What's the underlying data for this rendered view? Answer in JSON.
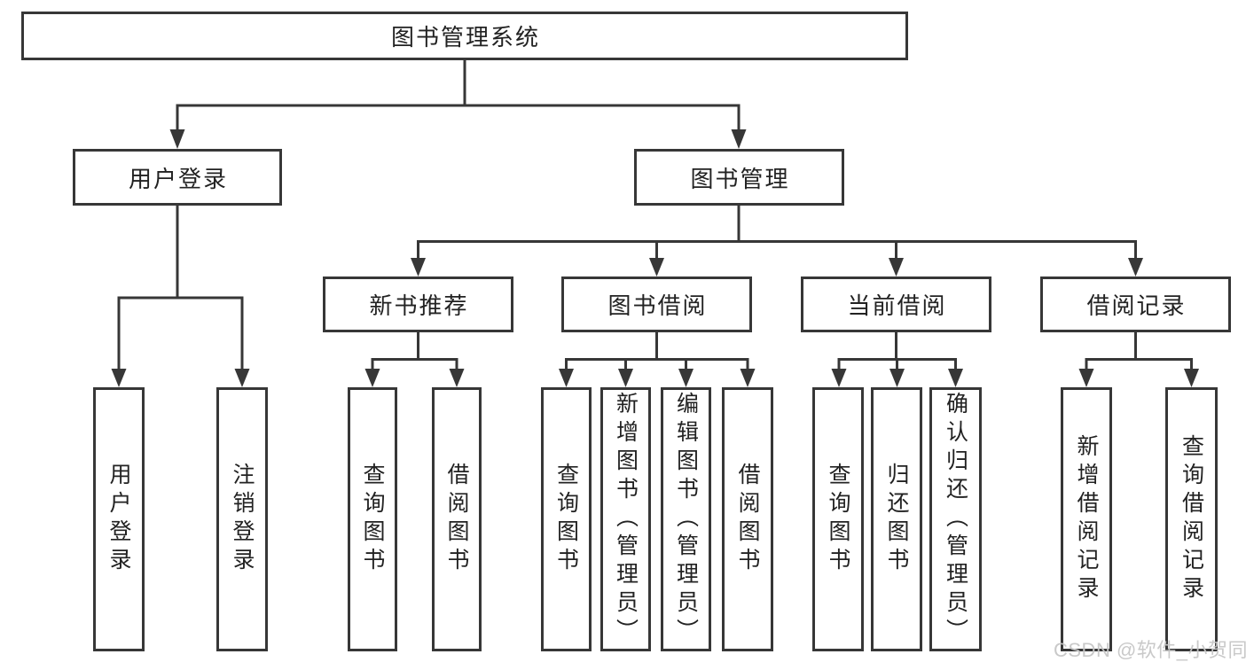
{
  "tree": {
    "label": "图书管理系统",
    "children": [
      {
        "label": "用户登录",
        "children": [
          {
            "label": "用户登录"
          },
          {
            "label": "注销登录"
          }
        ]
      },
      {
        "label": "图书管理",
        "children": [
          {
            "label": "新书推荐",
            "children": [
              {
                "label": "查询图书"
              },
              {
                "label": "借阅图书"
              }
            ]
          },
          {
            "label": "图书借阅",
            "children": [
              {
                "label": "查询图书"
              },
              {
                "label": "新增图书（管理员）"
              },
              {
                "label": "编辑图书（管理员）"
              },
              {
                "label": "借阅图书"
              }
            ]
          },
          {
            "label": "当前借阅",
            "children": [
              {
                "label": "查询图书"
              },
              {
                "label": "归还图书"
              },
              {
                "label": "确认归还（管理员）"
              }
            ]
          },
          {
            "label": "借阅记录",
            "children": [
              {
                "label": "新增借阅记录"
              },
              {
                "label": "查询借阅记录"
              }
            ]
          }
        ]
      }
    ]
  },
  "watermark": {
    "text": "CSDN @软件_小贺同学"
  },
  "colors": {
    "line": "#373737",
    "text": "#222222",
    "background": "#ffffff",
    "watermark": "#c6c6c6"
  }
}
